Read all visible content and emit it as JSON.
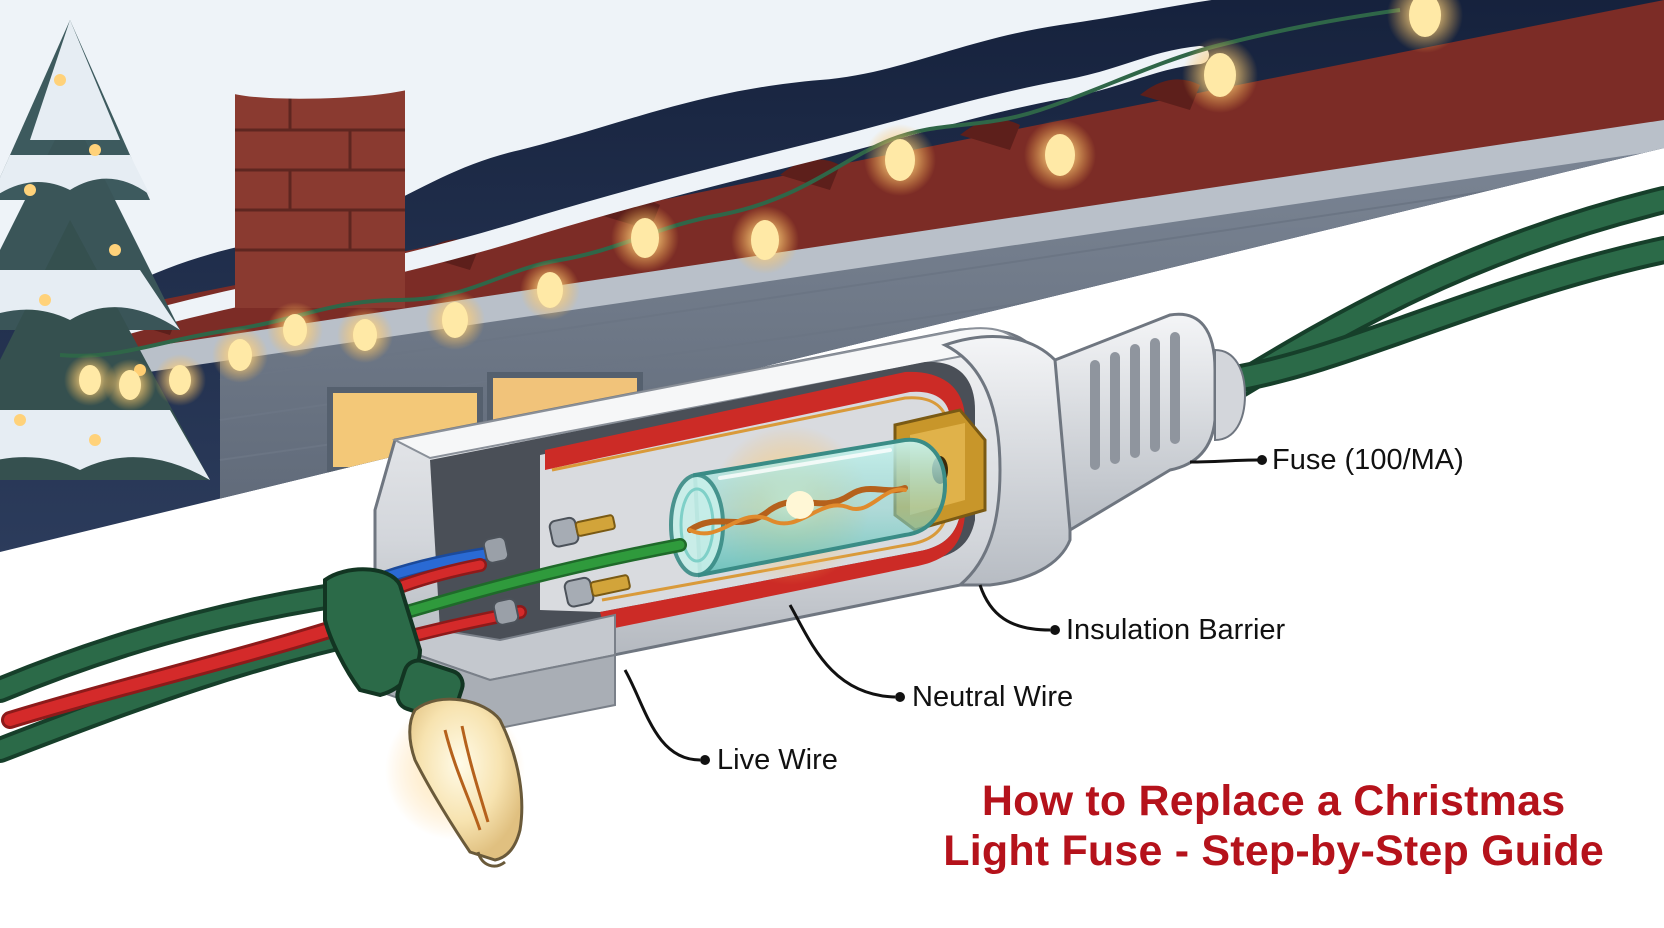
{
  "callouts": {
    "fuse": "Fuse (100/MA)",
    "insulation": "Insulation Barrier",
    "neutral": "Neutral Wire",
    "live": "Live Wire"
  },
  "title": {
    "line1": "How to Replace a Christmas",
    "line2": "Light Fuse - Step-by-Step Guide"
  },
  "colors": {
    "title_red": "#b5121b",
    "cord_green": "#1f5a3a",
    "night_sky": "#1b2a4a",
    "brick": "#8a3a30",
    "snow": "#eef3f8",
    "bulb_glow": "#ffd27a",
    "live_wire": "#d42a2a",
    "neutral_wire": "#2f9a3c",
    "blue_wire": "#2a6ad4",
    "brass": "#c8962a"
  },
  "icons": [
    "christmas-tree-icon",
    "chimney-icon",
    "light-bulb-icon",
    "fuse-tube-icon",
    "plug-housing-icon"
  ]
}
